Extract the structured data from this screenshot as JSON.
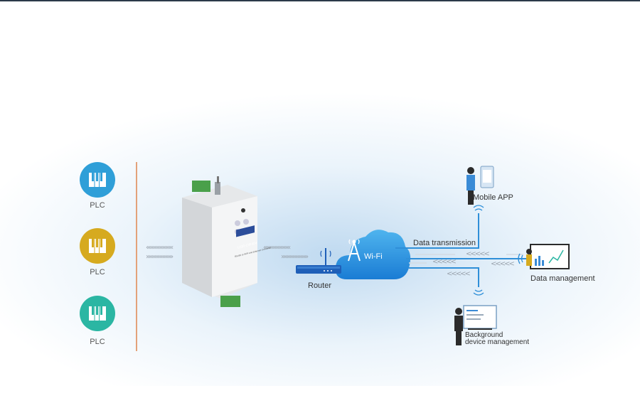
{
  "plc_devices": [
    {
      "label": "PLC",
      "color": "#2f9fd8"
    },
    {
      "label": "PLC",
      "color": "#d6aa1f"
    },
    {
      "label": "PLC",
      "color": "#2bb6a3"
    }
  ],
  "flow_arrows": {
    "left_in": "«««««««««",
    "left_out": "»»»»»»»»»",
    "right_out": "»»»»»»»»»",
    "data_in_1": "<<<<<",
    "data_in_2": "<<<<<",
    "data_in_3": "<<<<<",
    "data_in_4": "<<<<<"
  },
  "device": {
    "brand": "USR-DR404",
    "caption": "RS485 to WiFi and Ethernet Converter"
  },
  "router": {
    "label": "Router"
  },
  "cloud": {
    "label": "Wi-Fi"
  },
  "links": {
    "transmission_label": "Data transmission"
  },
  "endpoints": {
    "mobile": "Mobile APP",
    "data_mgmt": "Data management",
    "background_line1": "Background",
    "background_line2": "device management"
  },
  "colors": {
    "accent_blue": "#2f8fd8",
    "orange_line": "#e3a27a",
    "device_green": "#4aa04a"
  }
}
